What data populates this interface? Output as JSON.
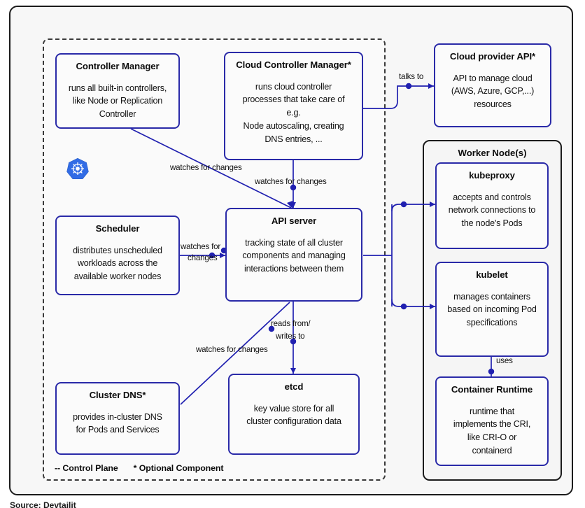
{
  "diagram": {
    "outer_frame": {
      "name": "kubernetes-architecture-diagram"
    },
    "control_plane": {
      "legend_label": "-- Control Plane",
      "optional_label": "* Optional Component",
      "logo_alt": "kubernetes-logo"
    },
    "worker_group": {
      "title": "Worker Node(s)"
    },
    "source_caption": "Source: Devtailit"
  },
  "nodes": {
    "controller_manager": {
      "title": "Controller Manager",
      "desc_lines": [
        "runs all built-in controllers,",
        "like Node or Replication",
        "Controller"
      ]
    },
    "cloud_controller_manager": {
      "title": "Cloud Controller Manager*",
      "desc_lines": [
        "runs cloud controller",
        "processes that take care of",
        "e.g.",
        "Node autoscaling, creating",
        "DNS entries, ..."
      ]
    },
    "cloud_provider_api": {
      "title": "Cloud provider API*",
      "desc_lines": [
        "API to manage cloud",
        "(AWS, Azure, GCP,...)",
        "resources"
      ]
    },
    "api_server": {
      "title": "API server",
      "desc_lines": [
        "tracking state of all cluster",
        "components and managing",
        "interactions between them"
      ]
    },
    "scheduler": {
      "title": "Scheduler",
      "desc_lines": [
        "distributes unscheduled",
        "workloads across the",
        "available worker nodes"
      ]
    },
    "cluster_dns": {
      "title": "Cluster DNS*",
      "desc_lines": [
        "provides in-cluster DNS",
        "for Pods and Services"
      ]
    },
    "etcd": {
      "title": "etcd",
      "desc_lines": [
        "key value store for all",
        "cluster configuration data"
      ]
    },
    "kubeproxy": {
      "title": "kubeproxy",
      "desc_lines": [
        "accepts and controls",
        "network connections to",
        "the node's Pods"
      ]
    },
    "kubelet": {
      "title": "kubelet",
      "desc_lines": [
        "manages containers",
        "based on incoming Pod",
        "specifications"
      ]
    },
    "container_runtime": {
      "title": "Container Runtime",
      "desc_lines": [
        "runtime that",
        "implements the CRI,",
        "like CRI-O or",
        "containerd"
      ]
    }
  },
  "edges": {
    "talks_to": "talks to",
    "ccm_watches": "watches for changes",
    "cm_watches": "watches for changes",
    "scheduler_watches_l1": "watches for",
    "scheduler_watches_l2": "changes",
    "etcd_reads_l1": "reads from/",
    "etcd_reads_l2": "writes to",
    "dns_watches": "watches for changes",
    "uses": "uses"
  },
  "colors": {
    "box_border": "#2a2aa8",
    "connector": "#2020b0",
    "frame": "#1b1b1b",
    "logo_blue": "#326ce5",
    "canvas": "#f7f7f7"
  }
}
